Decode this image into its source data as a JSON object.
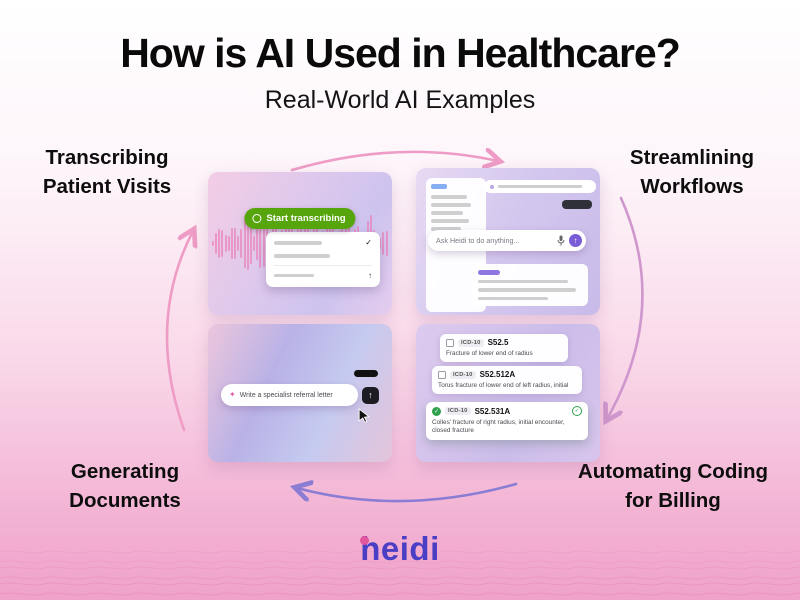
{
  "header": {
    "title": "How is AI Used in Healthcare?",
    "subtitle": "Real-World AI Examples"
  },
  "corner_labels": {
    "top_left": "Transcribing Patient Visits",
    "top_right": "Streamlining Workflows",
    "bottom_left": "Generating Documents",
    "bottom_right": "Automating Coding for Billing"
  },
  "panels": {
    "transcribing": {
      "start_button_label": "Start transcribing"
    },
    "workflows": {
      "ask_input_placeholder": "Ask Heidi to do anything..."
    },
    "documents": {
      "prompt_text": "Write a specialist referral letter"
    },
    "coding": {
      "rows": [
        {
          "system": "ICD-10",
          "code": "S52.5",
          "description": "Fracture of lower end of radius"
        },
        {
          "system": "ICD-10",
          "code": "S52.512A",
          "description": "Torus fracture of lower end of left radius, initial"
        },
        {
          "system": "ICD-10",
          "code": "S52.531A",
          "description": "Colles' fracture of right radius, initial encounter, closed fracture"
        }
      ]
    }
  },
  "footer": {
    "logo_text": "heidi"
  },
  "colors": {
    "accent_green": "#57a50d",
    "brand_purple": "#4a3ec5",
    "arrow_pink": "#ee9cc5",
    "arrow_purple": "#8b7cd4",
    "highlight_green": "#2fa14c"
  }
}
